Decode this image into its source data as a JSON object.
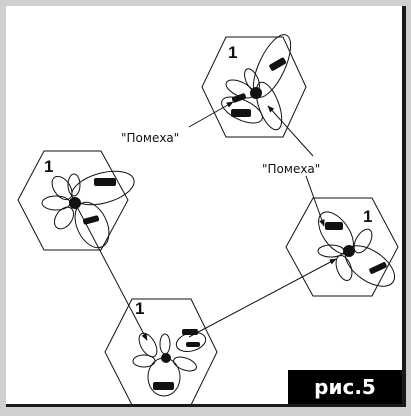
{
  "cells": [
    {
      "id": "top",
      "label": "1"
    },
    {
      "id": "left",
      "label": "1"
    },
    {
      "id": "right",
      "label": "1"
    },
    {
      "id": "bottom",
      "label": "1"
    }
  ],
  "annotations": {
    "interference_left": "\"Помеха\"",
    "interference_right": "\"Помеха\""
  },
  "caption": "рис.5",
  "colors": {
    "line": "#111111",
    "frame": "#cfcfcf",
    "caption_bg": "#000000"
  }
}
